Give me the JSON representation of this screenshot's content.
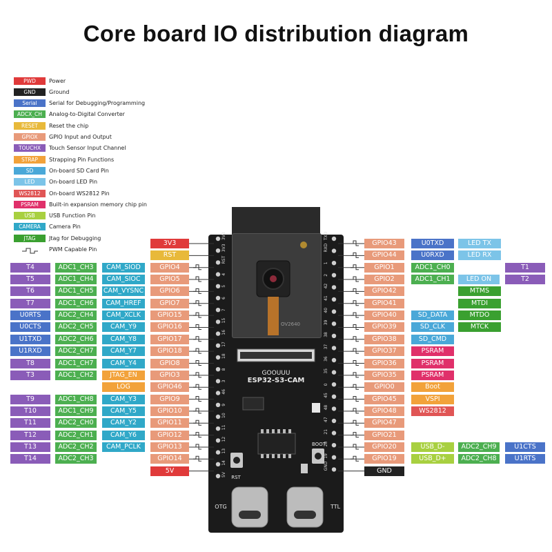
{
  "title": "Core board IO distribution diagram",
  "colors": {
    "PWD": "#e03a3a",
    "GND": "#222222",
    "Serial": "#4a73c8",
    "ADC": "#4caf50",
    "RESET": "#e8b93a",
    "GPIO": "#e89a7a",
    "TOUCH": "#8a5cb8",
    "STRAP": "#f2a23a",
    "SD": "#4aa8d8",
    "LED": "#7cc4e8",
    "WS2812": "#e05555",
    "PSRAM": "#e0306a",
    "USB": "#a8d040",
    "CAMERA": "#30a8c8",
    "JTAG": "#3aa030"
  },
  "legend": [
    {
      "tag": "PWD",
      "text": "Power",
      "color": "#e03a3a"
    },
    {
      "tag": "GND",
      "text": "Ground",
      "color": "#222222"
    },
    {
      "tag": "Serial",
      "text": "Serial for Debugging/Programming",
      "color": "#4a73c8"
    },
    {
      "tag": "ADCX_CH",
      "text": "Analog-to-Digital Converter",
      "color": "#4caf50"
    },
    {
      "tag": "RESET",
      "text": "Reset the chip",
      "color": "#e8b93a"
    },
    {
      "tag": "GPIOX",
      "text": "GPIO Input and Output",
      "color": "#e89a7a"
    },
    {
      "tag": "TOUCHX",
      "text": "Touch Sensor Input Channel",
      "color": "#8a5cb8"
    },
    {
      "tag": "STRAP",
      "text": "Strapping Pin Functions",
      "color": "#f2a23a"
    },
    {
      "tag": "SD",
      "text": "On-board SD Card Pin",
      "color": "#4aa8d8"
    },
    {
      "tag": "LED",
      "text": "On-board LED Pin",
      "color": "#7cc4e8"
    },
    {
      "tag": "WS2812",
      "text": "On-board WS2812 Pin",
      "color": "#e05555"
    },
    {
      "tag": "PSRAM",
      "text": "Built-in expansion memory chip pin",
      "color": "#e0306a"
    },
    {
      "tag": "USB",
      "text": "USB Function Pin",
      "color": "#a8d040"
    },
    {
      "tag": "CAMERA",
      "text": "Camera Pin",
      "color": "#30a8c8"
    },
    {
      "tag": "JTAG",
      "text": "Jtag for Debugging",
      "color": "#3aa030"
    },
    {
      "tag": "",
      "text": "PWM Capable Pin",
      "color": "",
      "pwm": true
    }
  ],
  "board": {
    "brand": "GOOUUU",
    "model": "ESP32-S3-CAM",
    "camera": "OV2640",
    "rst_label": "RST",
    "boot_label": "BOOT",
    "otg_label": "OTG",
    "ttl_label": "TTL",
    "left_pin_labels": [
      "3V3",
      "3V3",
      "RST",
      "4",
      "5",
      "6",
      "7",
      "15",
      "16",
      "17",
      "18",
      "8",
      "3",
      "46",
      "9",
      "10",
      "11",
      "12",
      "13",
      "14",
      "5V"
    ],
    "right_pin_labels": [
      "TXD",
      "RXD",
      "1",
      "2",
      "42",
      "41",
      "40",
      "39",
      "38",
      "37",
      "36",
      "35",
      "0",
      "45",
      "48",
      "47",
      "21",
      "20",
      "19",
      "GND"
    ]
  },
  "left_pins": [
    {
      "pin": "3V3",
      "type": "PWD",
      "pwm": false,
      "fn": []
    },
    {
      "pin": "RST",
      "type": "RESET",
      "pwm": false,
      "fn": []
    },
    {
      "pin": "GPIO4",
      "type": "GPIO",
      "pwm": true,
      "fn": [
        {
          "t": "CAM_SIOD",
          "c": "CAMERA"
        },
        {
          "t": "ADC1_CH3",
          "c": "ADC"
        },
        {
          "t": "T4",
          "c": "TOUCH"
        }
      ]
    },
    {
      "pin": "GPIO5",
      "type": "GPIO",
      "pwm": true,
      "fn": [
        {
          "t": "CAM_SIOC",
          "c": "CAMERA"
        },
        {
          "t": "ADC1_CH4",
          "c": "ADC"
        },
        {
          "t": "T5",
          "c": "TOUCH"
        }
      ]
    },
    {
      "pin": "GPIO6",
      "type": "GPIO",
      "pwm": true,
      "fn": [
        {
          "t": "CAM_VYSNC",
          "c": "CAMERA"
        },
        {
          "t": "ADC1_CH5",
          "c": "ADC"
        },
        {
          "t": "T6",
          "c": "TOUCH"
        }
      ]
    },
    {
      "pin": "GPIO7",
      "type": "GPIO",
      "pwm": true,
      "fn": [
        {
          "t": "CAM_HREF",
          "c": "CAMERA"
        },
        {
          "t": "ADC1_CH6",
          "c": "ADC"
        },
        {
          "t": "T7",
          "c": "TOUCH"
        }
      ]
    },
    {
      "pin": "GPIO15",
      "type": "GPIO",
      "pwm": true,
      "fn": [
        {
          "t": "CAM_XCLK",
          "c": "CAMERA"
        },
        {
          "t": "ADC2_CH4",
          "c": "ADC"
        },
        {
          "t": "U0RTS",
          "c": "Serial"
        }
      ]
    },
    {
      "pin": "GPIO16",
      "type": "GPIO",
      "pwm": true,
      "fn": [
        {
          "t": "CAM_Y9",
          "c": "CAMERA"
        },
        {
          "t": "ADC2_CH5",
          "c": "ADC"
        },
        {
          "t": "U0CTS",
          "c": "Serial"
        }
      ]
    },
    {
      "pin": "GPIO17",
      "type": "GPIO",
      "pwm": true,
      "fn": [
        {
          "t": "CAM_Y8",
          "c": "CAMERA"
        },
        {
          "t": "ADC2_CH6",
          "c": "ADC"
        },
        {
          "t": "U1TXD",
          "c": "Serial"
        }
      ]
    },
    {
      "pin": "GPIO18",
      "type": "GPIO",
      "pwm": true,
      "fn": [
        {
          "t": "CAM_Y7",
          "c": "CAMERA"
        },
        {
          "t": "ADC2_CH7",
          "c": "ADC"
        },
        {
          "t": "U1RXD",
          "c": "Serial"
        }
      ]
    },
    {
      "pin": "GPIO8",
      "type": "GPIO",
      "pwm": true,
      "fn": [
        {
          "t": "CAM_Y4",
          "c": "CAMERA"
        },
        {
          "t": "ADC1_CH7",
          "c": "ADC"
        },
        {
          "t": "T8",
          "c": "TOUCH"
        }
      ]
    },
    {
      "pin": "GPIO3",
      "type": "GPIO",
      "pwm": true,
      "fn": [
        {
          "t": "JTAG_EN",
          "c": "STRAP"
        },
        {
          "t": "ADC1_CH2",
          "c": "ADC"
        },
        {
          "t": "T3",
          "c": "TOUCH"
        }
      ]
    },
    {
      "pin": "GPIO46",
      "type": "GPIO",
      "pwm": true,
      "fn": [
        {
          "t": "LOG",
          "c": "STRAP"
        }
      ]
    },
    {
      "pin": "GPIO9",
      "type": "GPIO",
      "pwm": true,
      "fn": [
        {
          "t": "CAM_Y3",
          "c": "CAMERA"
        },
        {
          "t": "ADC1_CH8",
          "c": "ADC"
        },
        {
          "t": "T9",
          "c": "TOUCH"
        }
      ]
    },
    {
      "pin": "GPIO10",
      "type": "GPIO",
      "pwm": true,
      "fn": [
        {
          "t": "CAM_Y5",
          "c": "CAMERA"
        },
        {
          "t": "ADC1_CH9",
          "c": "ADC"
        },
        {
          "t": "T10",
          "c": "TOUCH"
        }
      ]
    },
    {
      "pin": "GPIO11",
      "type": "GPIO",
      "pwm": true,
      "fn": [
        {
          "t": "CAM_Y2",
          "c": "CAMERA"
        },
        {
          "t": "ADC2_CH0",
          "c": "ADC"
        },
        {
          "t": "T11",
          "c": "TOUCH"
        }
      ]
    },
    {
      "pin": "GPIO12",
      "type": "GPIO",
      "pwm": true,
      "fn": [
        {
          "t": "CAM_Y6",
          "c": "CAMERA"
        },
        {
          "t": "ADC2_CH1",
          "c": "ADC"
        },
        {
          "t": "T12",
          "c": "TOUCH"
        }
      ]
    },
    {
      "pin": "GPIO13",
      "type": "GPIO",
      "pwm": true,
      "fn": [
        {
          "t": "CAM_PCLK",
          "c": "CAMERA"
        },
        {
          "t": "ADC2_CH2",
          "c": "ADC"
        },
        {
          "t": "T13",
          "c": "TOUCH"
        }
      ]
    },
    {
      "pin": "GPIO14",
      "type": "GPIO",
      "pwm": true,
      "fn": [
        {
          "t": "",
          "c": ""
        },
        {
          "t": "ADC2_CH3",
          "c": "ADC"
        },
        {
          "t": "T14",
          "c": "TOUCH"
        }
      ]
    },
    {
      "pin": "5V",
      "type": "PWD",
      "pwm": false,
      "fn": []
    }
  ],
  "right_pins": [
    {
      "pin": "GPIO43",
      "type": "GPIO",
      "pwm": true,
      "fn": [
        {
          "t": "U0TXD",
          "c": "Serial"
        },
        {
          "t": "LED TX",
          "c": "LED"
        }
      ]
    },
    {
      "pin": "GPIO44",
      "type": "GPIO",
      "pwm": true,
      "fn": [
        {
          "t": "U0RXD",
          "c": "Serial"
        },
        {
          "t": "LED RX",
          "c": "LED"
        }
      ]
    },
    {
      "pin": "GPIO1",
      "type": "GPIO",
      "pwm": true,
      "fn": [
        {
          "t": "ADC1_CH0",
          "c": "ADC"
        },
        {
          "t": "",
          "c": ""
        },
        {
          "t": "T1",
          "c": "TOUCH"
        }
      ]
    },
    {
      "pin": "GPIO2",
      "type": "GPIO",
      "pwm": true,
      "fn": [
        {
          "t": "ADC1_CH1",
          "c": "ADC"
        },
        {
          "t": "LED ON",
          "c": "LED"
        },
        {
          "t": "T2",
          "c": "TOUCH"
        }
      ]
    },
    {
      "pin": "GPIO42",
      "type": "GPIO",
      "pwm": true,
      "fn": [
        {
          "t": "",
          "c": ""
        },
        {
          "t": "MTMS",
          "c": "JTAG"
        }
      ]
    },
    {
      "pin": "GPIO41",
      "type": "GPIO",
      "pwm": true,
      "fn": [
        {
          "t": "",
          "c": ""
        },
        {
          "t": "MTDI",
          "c": "JTAG"
        }
      ]
    },
    {
      "pin": "GPIO40",
      "type": "GPIO",
      "pwm": true,
      "fn": [
        {
          "t": "SD_DATA",
          "c": "SD"
        },
        {
          "t": "MTDO",
          "c": "JTAG"
        }
      ]
    },
    {
      "pin": "GPIO39",
      "type": "GPIO",
      "pwm": true,
      "fn": [
        {
          "t": "SD_CLK",
          "c": "SD"
        },
        {
          "t": "MTCK",
          "c": "JTAG"
        }
      ]
    },
    {
      "pin": "GPIO38",
      "type": "GPIO",
      "pwm": true,
      "fn": [
        {
          "t": "SD_CMD",
          "c": "SD"
        }
      ]
    },
    {
      "pin": "GPIO37",
      "type": "GPIO",
      "pwm": true,
      "fn": [
        {
          "t": "PSRAM",
          "c": "PSRAM"
        }
      ]
    },
    {
      "pin": "GPIO36",
      "type": "GPIO",
      "pwm": true,
      "fn": [
        {
          "t": "PSRAM",
          "c": "PSRAM"
        }
      ]
    },
    {
      "pin": "GPIO35",
      "type": "GPIO",
      "pwm": true,
      "fn": [
        {
          "t": "PSRAM",
          "c": "PSRAM"
        }
      ]
    },
    {
      "pin": "GPIO0",
      "type": "GPIO",
      "pwm": true,
      "fn": [
        {
          "t": "Boot",
          "c": "STRAP"
        }
      ]
    },
    {
      "pin": "GPIO45",
      "type": "GPIO",
      "pwm": true,
      "fn": [
        {
          "t": "VSPI",
          "c": "STRAP"
        }
      ]
    },
    {
      "pin": "GPIO48",
      "type": "GPIO",
      "pwm": true,
      "fn": [
        {
          "t": "WS2812",
          "c": "WS2812"
        }
      ]
    },
    {
      "pin": "GPIO47",
      "type": "GPIO",
      "pwm": true,
      "fn": []
    },
    {
      "pin": "GPIO21",
      "type": "GPIO",
      "pwm": true,
      "fn": []
    },
    {
      "pin": "GPIO20",
      "type": "GPIO",
      "pwm": true,
      "fn": [
        {
          "t": "USB_D-",
          "c": "USB"
        },
        {
          "t": "ADC2_CH9",
          "c": "ADC"
        },
        {
          "t": "U1CTS",
          "c": "Serial"
        }
      ]
    },
    {
      "pin": "GPIO19",
      "type": "GPIO",
      "pwm": true,
      "fn": [
        {
          "t": "USB_D+",
          "c": "USB"
        },
        {
          "t": "ADC2_CH8",
          "c": "ADC"
        },
        {
          "t": "U1RTS",
          "c": "Serial"
        }
      ]
    },
    {
      "pin": "GND",
      "type": "GND",
      "pwm": false,
      "fn": []
    }
  ]
}
